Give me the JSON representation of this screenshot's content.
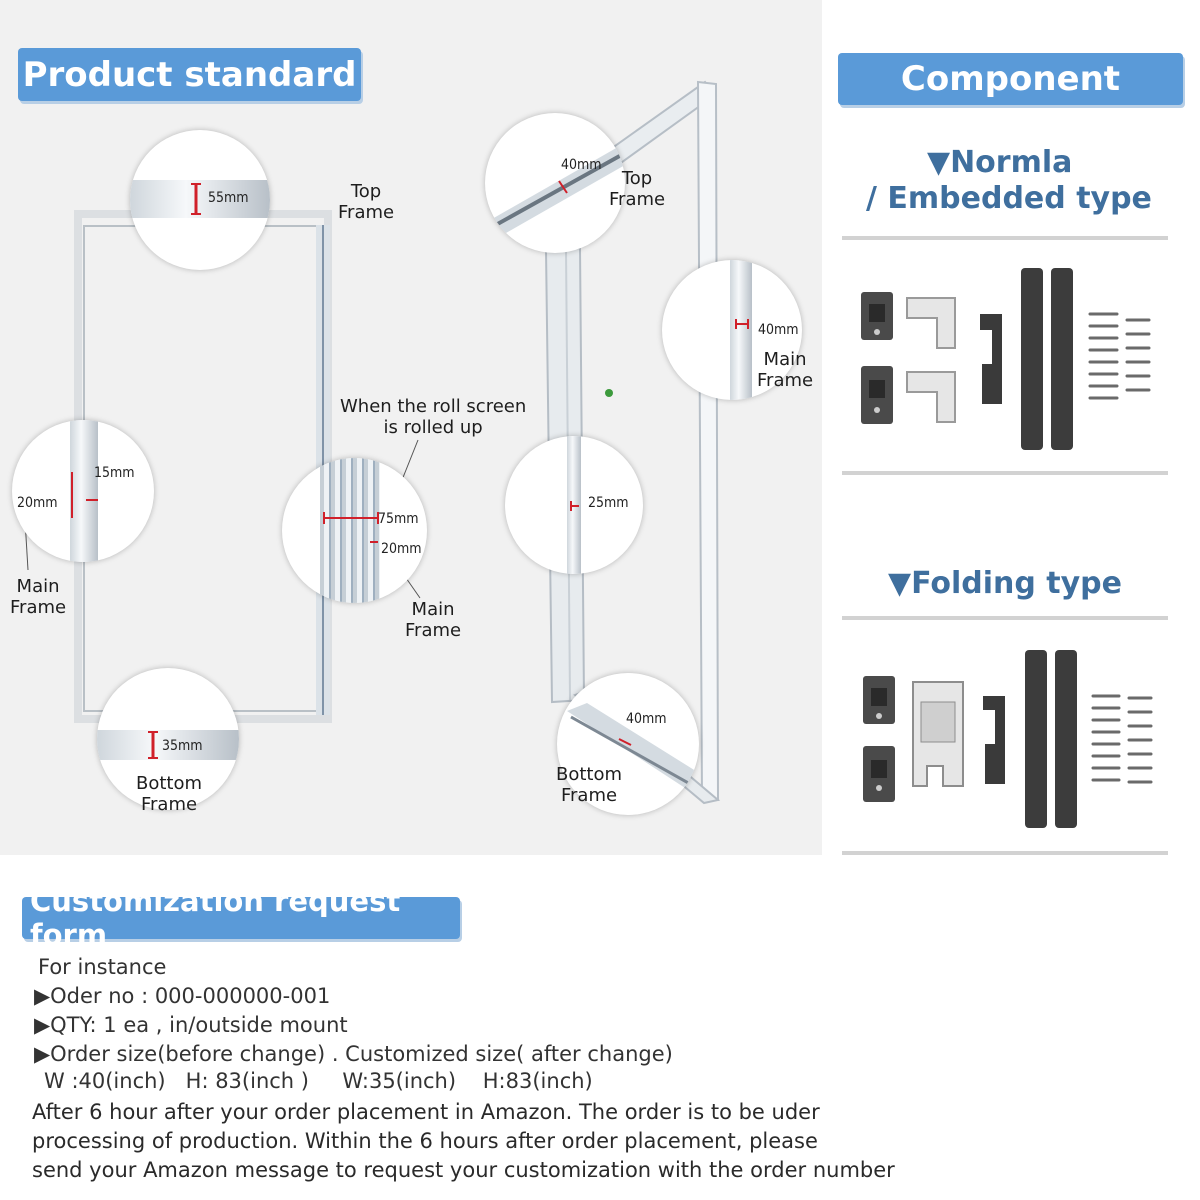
{
  "headings": {
    "product_standard": "Product standard",
    "component": "Component",
    "customization": "Customization request form"
  },
  "left_diagram": {
    "top_frame_label": "Top\nFrame",
    "dim_55": "55mm",
    "dim_15": "15mm",
    "dim_20a": "20mm",
    "main_frame_label_left": "Main\nFrame",
    "rolled_up_label": "When the roll screen\nis rolled up",
    "dim_75": "75mm",
    "dim_20b": "20mm",
    "main_frame_label_mid": "Main\nFrame",
    "dim_35": "35mm",
    "bottom_frame_label": "Bottom\nFrame"
  },
  "right_diagram": {
    "dim_40_top": "40mm",
    "top_frame_label": "Top\nFrame",
    "dim_40_main": "40mm",
    "main_frame_label": "Main\nFrame",
    "dim_25": "25mm",
    "dim_40_bottom": "40mm",
    "bottom_frame_label": "Bottom\nFrame"
  },
  "components": {
    "normal_title_1": "▼Normla",
    "normal_title_2": "/ Embedded type",
    "folding_title": "▼Folding type"
  },
  "form": {
    "example": "For instance",
    "order_no": "▶Oder no : 000-000000-001",
    "qty": "▶QTY: 1 ea , in/outside mount",
    "order_size": "▶Order size(before change) . Customized size( after change)",
    "sizes": "W :40(inch)   H: 83(inch )     W:35(inch)    H:83(inch)",
    "note_1": "After 6 hour after your order placement in Amazon. The order is to be uder",
    "note_2": "processing of production. Within the 6 hours after order placement, please",
    "note_3": "send your Amazon message to request your customization with the order number"
  },
  "colors": {
    "banner_blue": "#5a9ad8",
    "title_blue": "#3f6f9e",
    "dimension_red": "#d0202a"
  }
}
